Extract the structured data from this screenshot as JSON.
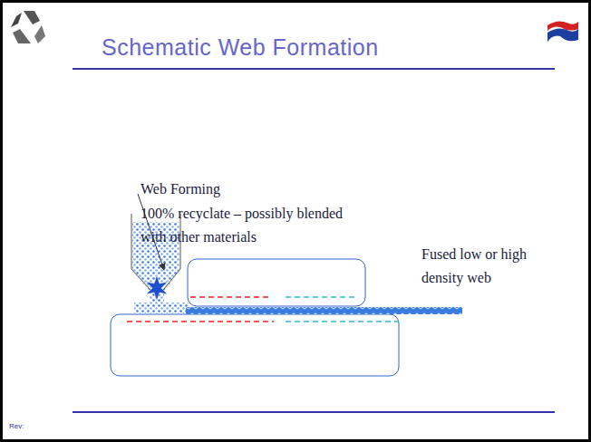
{
  "diagram": {
    "title": "Schematic Web Formation",
    "labels": [
      "Web Forming",
      "100% recyclate – possibly blended with other materials",
      "Fused low or high density web",
      "Rev:"
    ]
  }
}
